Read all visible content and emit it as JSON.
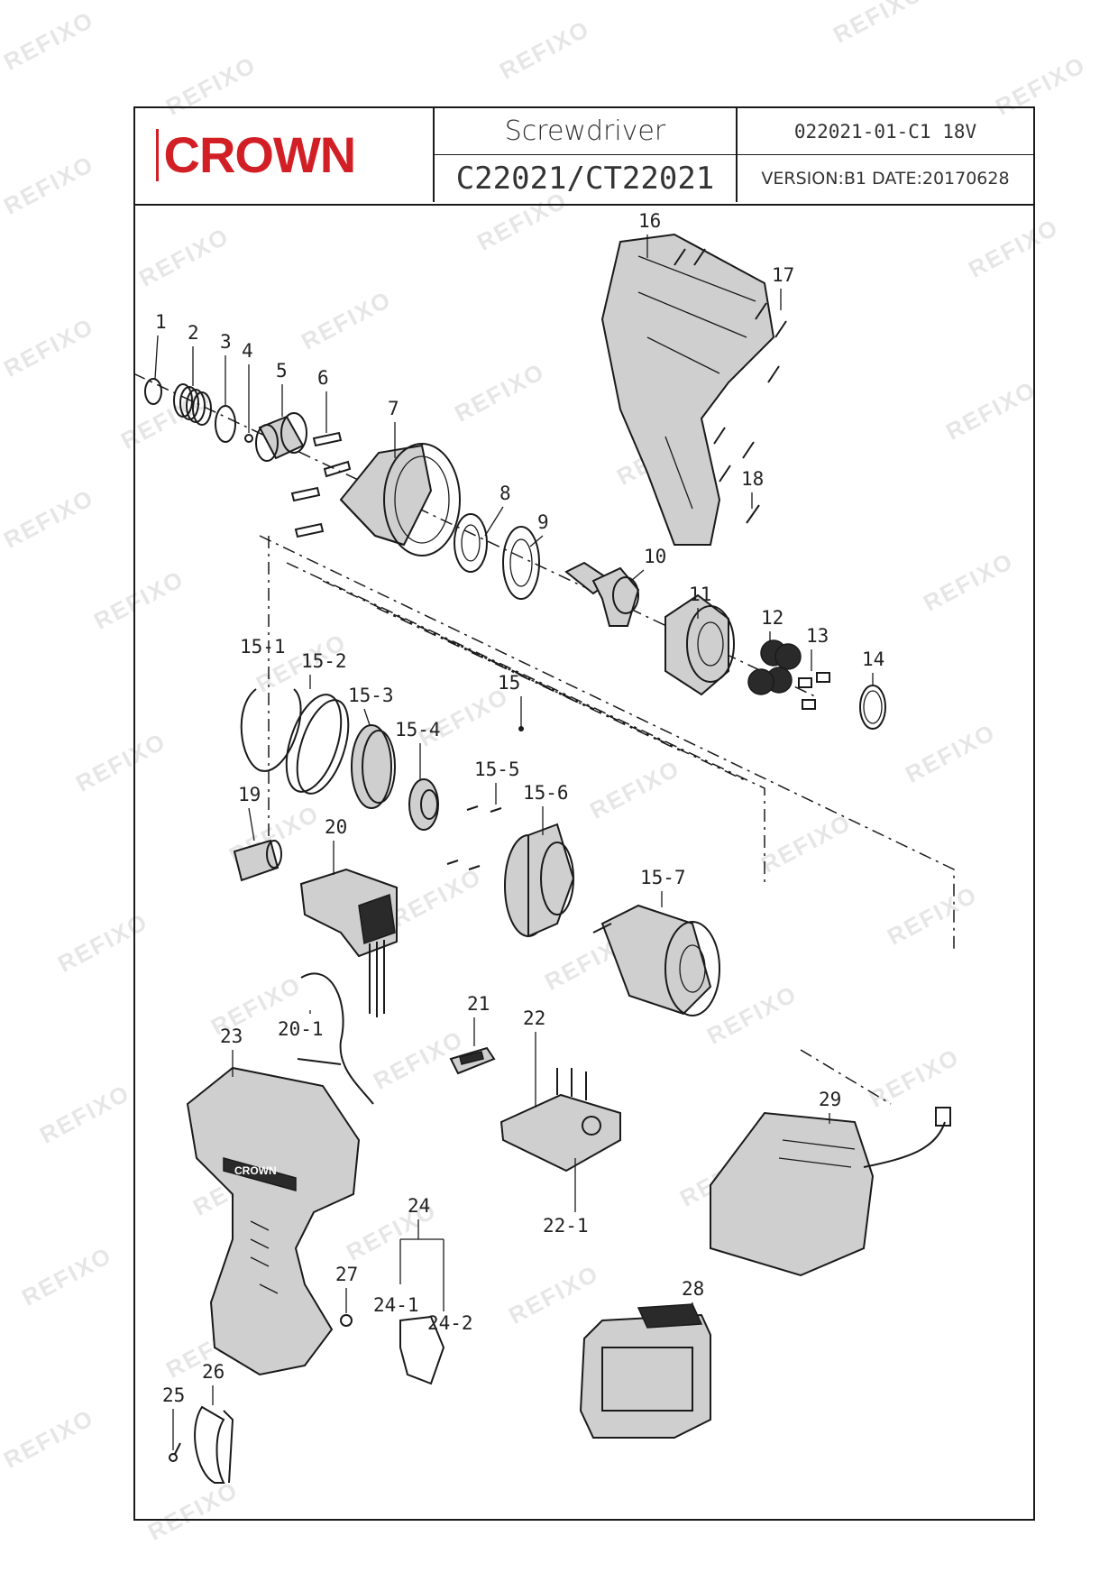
{
  "watermark": "REFIXO",
  "header": {
    "logo_text": "CROWN",
    "product_name": "Screwdriver",
    "model": "C22021/CT22021",
    "drawing_code": "022021-01-C1  18V",
    "version_line": "VERSION:B1  DATE:20170628"
  },
  "colors": {
    "brand_red": "#d21f26",
    "line": "#1a1a1a"
  },
  "callouts": {
    "p1": "1",
    "p2": "2",
    "p3": "3",
    "p4": "4",
    "p5": "5",
    "p6": "6",
    "p7": "7",
    "p8": "8",
    "p9": "9",
    "p10": "10",
    "p11": "11",
    "p12": "12",
    "p13": "13",
    "p14": "14",
    "p15": "15",
    "p15_1": "15-1",
    "p15_2": "15-2",
    "p15_3": "15-3",
    "p15_4": "15-4",
    "p15_5": "15-5",
    "p15_6": "15-6",
    "p15_7": "15-7",
    "p16": "16",
    "p17": "17",
    "p18": "18",
    "p19": "19",
    "p20": "20",
    "p20_1": "20-1",
    "p21": "21",
    "p22": "22",
    "p22_1": "22-1",
    "p23": "23",
    "p24": "24",
    "p24_1": "24-1",
    "p24_2": "24-2",
    "p25": "25",
    "p26": "26",
    "p27": "27",
    "p28": "28",
    "p29": "29"
  },
  "housing_logo": "CROWN"
}
